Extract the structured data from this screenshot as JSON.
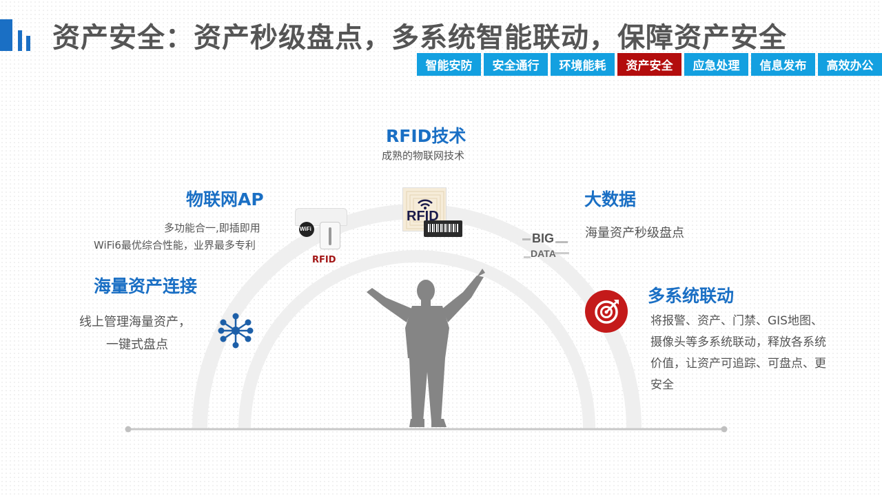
{
  "header": {
    "title": "资产安全：资产秒级盘点，多系统智能联动，保障资产安全"
  },
  "nav": {
    "tabs": [
      {
        "label": "智能安防",
        "active": false
      },
      {
        "label": "安全通行",
        "active": false
      },
      {
        "label": "环境能耗",
        "active": false
      },
      {
        "label": "资产安全",
        "active": true
      },
      {
        "label": "应急处理",
        "active": false
      },
      {
        "label": "信息发布",
        "active": false
      },
      {
        "label": "高效办公",
        "active": false
      }
    ]
  },
  "features": {
    "rfid": {
      "title": "RFID技术",
      "desc": "成熟的物联网技术",
      "icon_text": "RFID"
    },
    "ap": {
      "title": "物联网AP",
      "desc_line1": "多功能合一,即插即用",
      "desc_line2": "WiFi6最优综合性能，业界最多专利",
      "icon_label": "RFID",
      "icon_text": "WiFi"
    },
    "bigdata": {
      "title": "大数据",
      "desc": "海量资产秒级盘点",
      "icon_text_1": "BIG",
      "icon_text_2": "DATA"
    },
    "connect": {
      "title": "海量资产连接",
      "desc_line1": "线上管理海量资产，",
      "desc_line2": "一键式盘点"
    },
    "linkage": {
      "title": "多系统联动",
      "desc_line1": "将报警、资产、门禁、GIS地图、",
      "desc_line2": "摄像头等多系统联动，释放各系统",
      "desc_line3": "价值，让资产可追踪、可盘点、更",
      "desc_line4": "安全"
    }
  },
  "colors": {
    "brand_blue": "#1a6fc4",
    "tab_blue": "#13a0e0",
    "tab_active": "#b30d0d",
    "target_red": "#c41a1a"
  }
}
